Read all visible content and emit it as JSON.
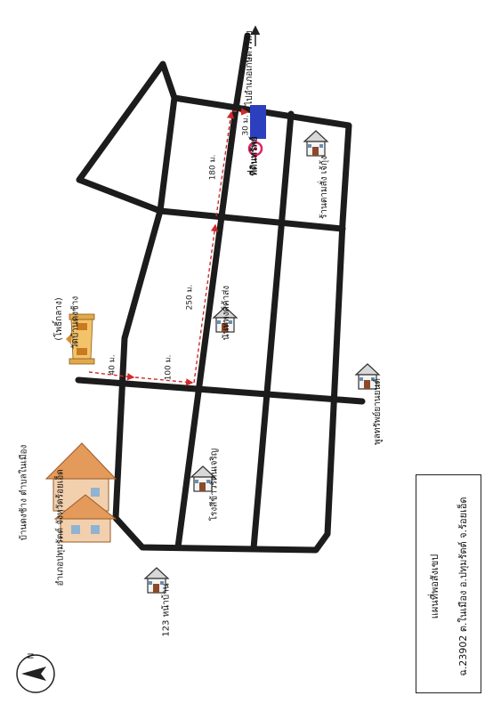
{
  "labels": {
    "destination_direction": "ไปอำเภอเกษตรวิสัย",
    "property_label": "ที่ดินทรัพย์",
    "shop_label": "ร้านตามสั่ง เจ้กุ้ง",
    "temple_name": "วัดบ้านดงช้าง",
    "temple_alt": "(โพธิ์กลาง)",
    "village_line1": "บ้านดงช้าง ตำบลในเมือง",
    "village_line2": "อำเภอปทุมรัตต์ จังหวัดร้อยเอ็ด",
    "mark_house": "นันทพงศ์ค้าส่ง",
    "school": "โรงสีข้าวรัตนเจริญ",
    "garage": "พูลทรัพย์ยานยนต์",
    "house_number": "123 หน้าบ้าน",
    "north": "N"
  },
  "distances": {
    "d30": "30 ม.",
    "d180": "180 ม.",
    "d250": "250 ม.",
    "d100": "100 ม.",
    "d40": "40 ม."
  },
  "legend": {
    "title": "แผนที่พอสังเขป",
    "deed": "ฉ.23902 ต.ในเมือง อ.ปทุมรัตต์ จ.ร้อยเอ็ด"
  },
  "colors": {
    "road": "#1c1c1c",
    "route": "#d12a2a",
    "property": "#2b3fbf",
    "pin": "#e0245e",
    "house_roof": "#cfcfcf",
    "temple": "#e0a94a",
    "village_roof": "#e39a5a"
  },
  "icons": [
    "north-arrow-icon",
    "location-pin-icon",
    "house-icon",
    "temple-icon",
    "village-icon",
    "direction-arrow-icon"
  ]
}
